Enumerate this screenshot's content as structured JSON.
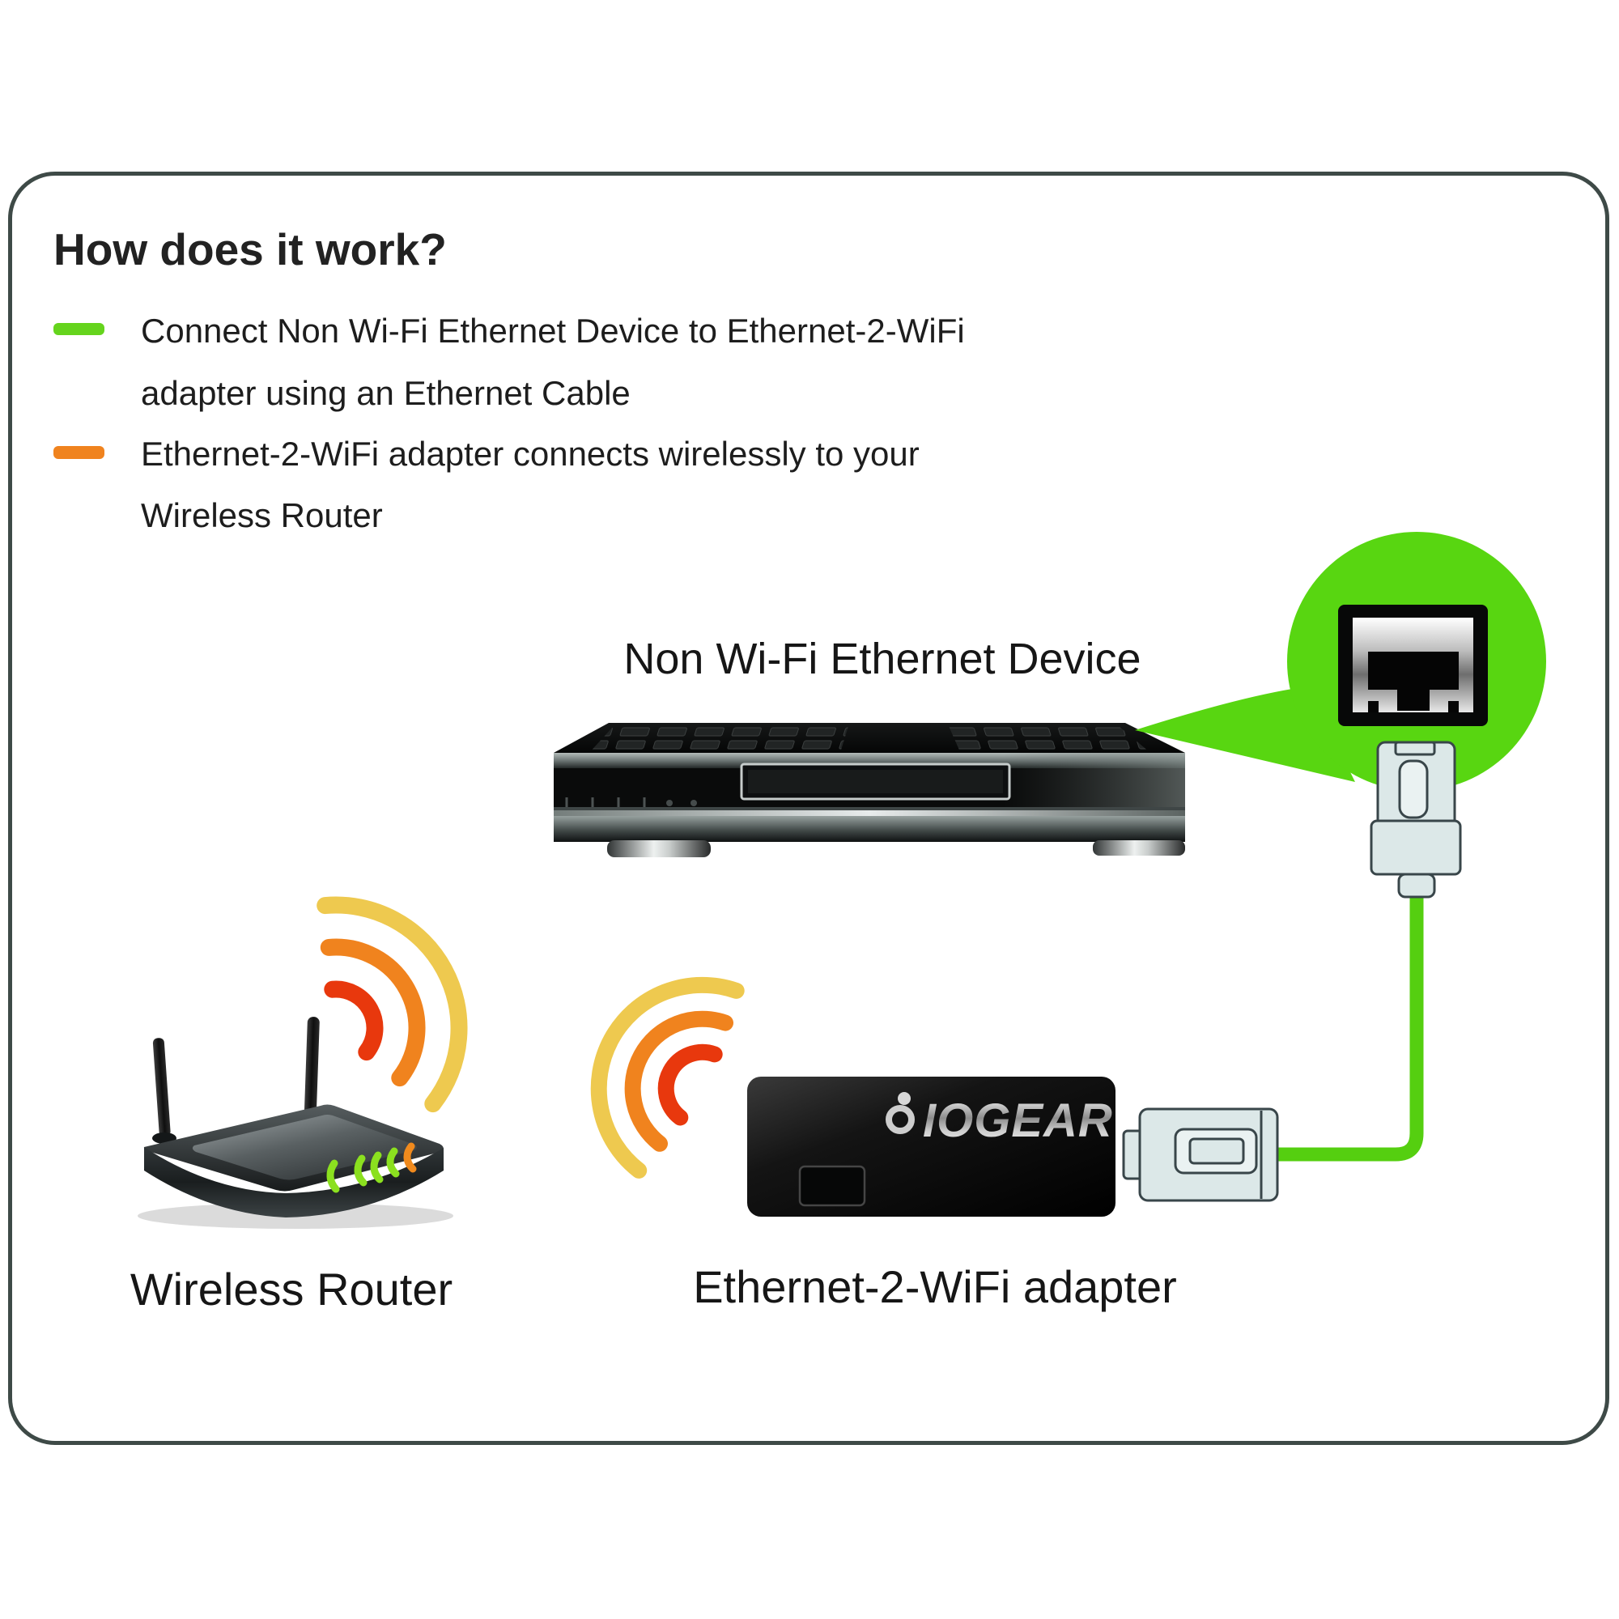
{
  "title": "How does it work?",
  "bullets": [
    {
      "dash_color": "#65d41d",
      "lines": [
        "Connect Non Wi-Fi Ethernet Device to Ethernet-2-WiFi",
        "adapter using an Ethernet Cable"
      ]
    },
    {
      "dash_color": "#f0831e",
      "lines": [
        "Ethernet-2-WiFi adapter connects wirelessly to your",
        "Wireless Router"
      ]
    }
  ],
  "diagram": {
    "device_label": "Non Wi-Fi Ethernet Device",
    "router_label": "Wireless Router",
    "adapter_label": "Ethernet-2-WiFi adapter",
    "adapter_brand": "IOGEAR",
    "connection_colors": {
      "ethernet_cable": "#55cf10",
      "callout_bubble": "#58d611",
      "wifi_wave_inner": "#e8380d",
      "wifi_wave_middle": "#f0831e",
      "wifi_wave_outer": "#eec94f"
    },
    "router_led_colors": {
      "active": "#8be01f",
      "warning": "#f08a1d"
    }
  },
  "frame": {
    "border_color": "#3e4a47",
    "background": "#ffffff"
  }
}
